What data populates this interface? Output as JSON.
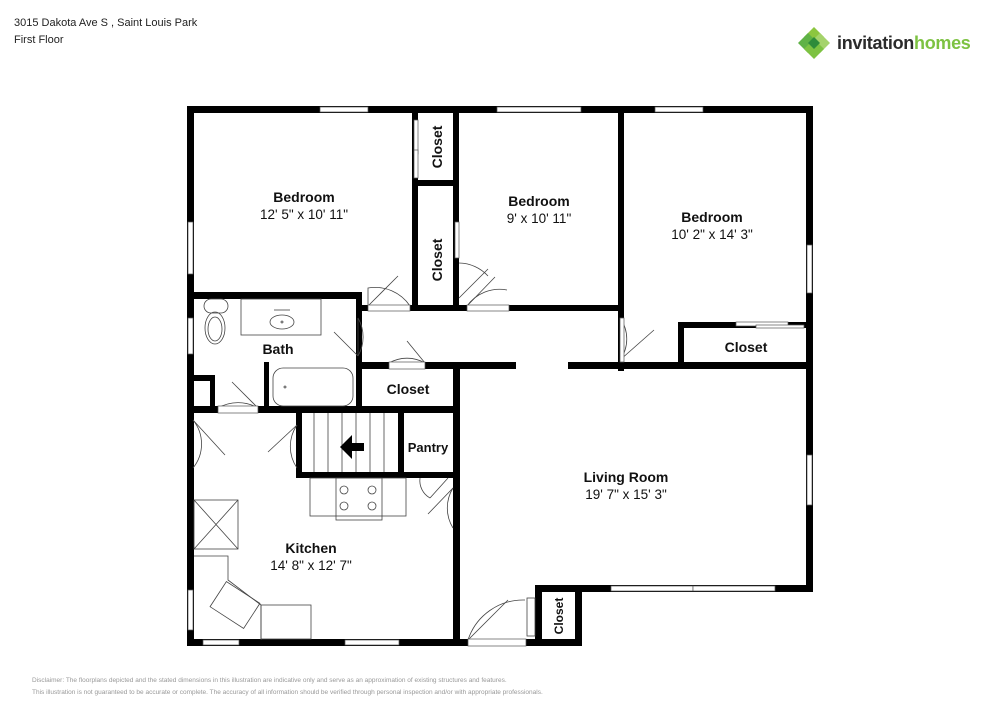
{
  "header": {
    "address": "3015 Dakota Ave S , Saint Louis Park",
    "floor": "First Floor"
  },
  "logo": {
    "icon": "invitation-homes-diamond-logo",
    "word1": "invitation",
    "word2": "homes",
    "colors": {
      "dark": "#2b2b2b",
      "green": "#7dc242",
      "green_dark": "#3e9b3e"
    }
  },
  "rooms": [
    {
      "name": "Bedroom",
      "dims": "12' 5\" x 10' 11\""
    },
    {
      "name": "Bedroom",
      "dims": "9' x 10' 11\""
    },
    {
      "name": "Bedroom",
      "dims": "10' 2\" x 14' 3\""
    },
    {
      "name": "Bath"
    },
    {
      "name": "Kitchen",
      "dims": "14' 8\" x 12' 7\""
    },
    {
      "name": "Living Room",
      "dims": "19' 7\" x 15' 3\""
    },
    {
      "name": "Pantry"
    }
  ],
  "closets": [
    "Closet",
    "Closet",
    "Closet",
    "Closet",
    "Closet"
  ],
  "disclaimer": {
    "line1": "Disclaimer: The floorplans depicted and the stated dimensions in this illustration are indicative only and serve as an approximation of existing structures and features.",
    "line2": "This illustration is not guaranteed to be accurate or complete. The accuracy of all information should be verified through personal inspection and/or with appropriate professionals."
  }
}
